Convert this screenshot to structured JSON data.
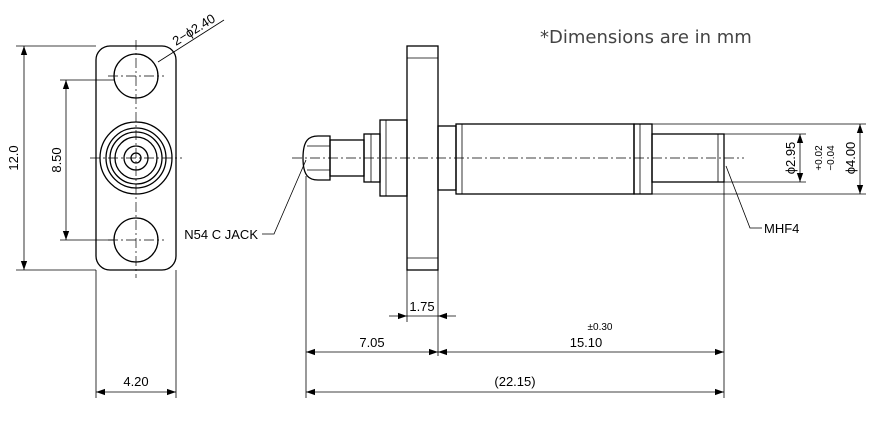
{
  "note": "*Dimensions are in mm",
  "front_view": {
    "holes_callout": "2−ϕ2.40",
    "height": "12.0",
    "hole_pitch": "8.50",
    "width": "4.20"
  },
  "side_view": {
    "left_connector": "N54 C JACK",
    "right_connector": "MHF4",
    "flange_thickness": "1.75",
    "left_length": "7.05",
    "right_length": "15.10",
    "right_tolerance": "±0.30",
    "total_length": "(22.15)",
    "inner_diameter": "ϕ2.95",
    "tol_plus": "+0.02",
    "tol_minus": "−0.04",
    "outer_diameter": "ϕ4.00"
  }
}
